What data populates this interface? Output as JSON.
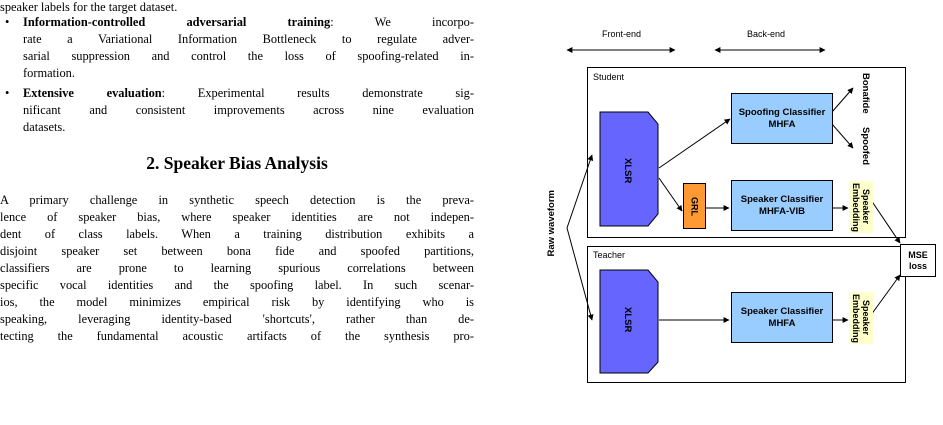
{
  "text": {
    "cont_line": "speaker labels for the target dataset.",
    "bullet1_bold": "Information-controlled adversarial training",
    "bullet1_lines": [
      ": We incorpo-",
      "rate a Variational Information Bottleneck to regulate adver-",
      "sarial suppression and control the loss of spoofing-related in-",
      "formation."
    ],
    "bullet2_bold": "Extensive evaluation",
    "bullet2_lines": [
      ": Experimental results demonstrate sig-",
      "nificant and consistent improvements across nine evaluation",
      "datasets."
    ],
    "bullet_glyph": "•",
    "section_heading": "2.  Speaker Bias Analysis",
    "paragraph_lines": [
      "A primary challenge in synthetic speech detection is the preva-",
      "lence of speaker bias, where speaker identities are not indepen-",
      "dent of class labels.  When a training distribution exhibits a",
      "disjoint speaker set between bona fide and spoofed partitions,",
      "classifiers are prone to learning spurious correlations between",
      "specific vocal identities and the spoofing label. In such scenar-",
      "ios, the model minimizes empirical risk by identifying who is",
      "speaking, leveraging identity-based 'shortcuts', rather than de-",
      "tecting the fundamental acoustic artifacts of the synthesis pro-"
    ]
  },
  "figure": {
    "front_end": "Front-end",
    "back_end": "Back-end",
    "raw_waveform": "Raw waveform",
    "student": "Student",
    "teacher": "Teacher",
    "xlsr": "XLSR",
    "grl": "GRL",
    "spoof_clf": [
      "Spoofing Classifier",
      "MHFA"
    ],
    "spk_clf_student": [
      "Speaker Classifier",
      "MHFA-VIB"
    ],
    "spk_clf_teacher": [
      "Speaker Classifier",
      "MHFA"
    ],
    "bonafide": "Bonafide",
    "spoofed": "Spoofed",
    "speaker_embedding": "Speaker Embedding",
    "mse": [
      "MSE",
      "loss"
    ],
    "colors": {
      "xlsr": "#6666ff",
      "classifier": "#99ccff",
      "grl": "#ff9933",
      "embedding": "#ffffcc"
    }
  }
}
